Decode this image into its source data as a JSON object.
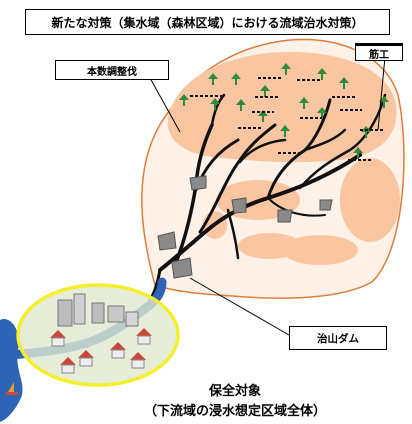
{
  "title": "新たな対策（集水域（森林区域）における流域治水対策）",
  "labels": {
    "thinning": "本数調整伐",
    "canal": "筋工",
    "dam": "治山ダム"
  },
  "protection": {
    "title": "保全対象",
    "subtitle": "（下流域の浸水想定区域全体）"
  },
  "colors": {
    "forest_fill": "#f9c6a1",
    "forest_outline": "#e07d3c",
    "river": "#2f63b5",
    "town_ellipse": "#f4ee2c",
    "tree": "#2e8b3e",
    "dam": "#8a8a8a"
  }
}
